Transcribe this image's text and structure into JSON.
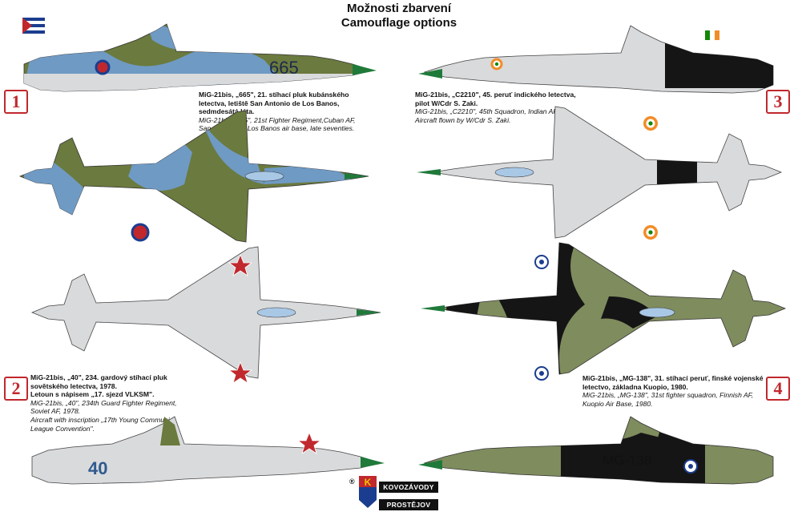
{
  "title": {
    "line1": "Možnosti zbarvení",
    "line2": "Camouflage options"
  },
  "options": [
    {
      "number": "1",
      "czech": [
        "MiG-21bis, „665\", 21. stíhací pluk kubánského",
        "letectva, letiště San Antonio de Los Banos,",
        "sedmdesátá léta."
      ],
      "english": [
        "MiG-21bis, „665\", 21st Fighter Regiment,Cuban AF,",
        "San Antonio de Los Banos air base, late seventies."
      ],
      "marking": "665"
    },
    {
      "number": "2",
      "czech": [
        "MiG-21bis, „40\", 234. gardový stíhací pluk",
        "sovětského letectva, 1978.",
        "Letoun s nápisem „17. sjezd VLKSM\"."
      ],
      "english": [
        "MiG-21bis, „40\", 234th Guard Fighter Regiment,",
        "Soviet AF, 1978.",
        "Aircraft with inscription „17th Young Communist",
        "League Convention\"."
      ],
      "marking": "40"
    },
    {
      "number": "3",
      "czech": [
        "MiG-21bis, „C2210\", 45. peruť indického letectva,",
        "pilot W/Cdr S. Zaki."
      ],
      "english": [
        "MiG-21bis, „C2210\", 45th Squadron, Indian AF.",
        "Aircraft flown by W/Cdr S. Zaki."
      ],
      "marking": "C2210"
    },
    {
      "number": "4",
      "czech": [
        "MiG-21bis, „MG-138\", 31. stíhací peruť, finské vojenské",
        "letectvo, základna Kuopio, 1980."
      ],
      "english": [
        "MiG-21bis, „MG-138\", 31st fighter squadron, Finnish AF,",
        "Kuopio Air Base, 1980."
      ],
      "marking": "MG-138"
    }
  ],
  "logo": {
    "registered": "®",
    "letter": "K",
    "line1": "KOVOZÁVODY",
    "line2": "PROSTĚJOV"
  },
  "colors": {
    "accent_red": "#c0282d",
    "camo_green": "#6b7a3e",
    "camo_blue": "#6f9ac4",
    "silver": "#d9dadc",
    "black": "#151515",
    "finnish_green": "#7f8c5e",
    "radome_green": "#1f7a3a"
  }
}
